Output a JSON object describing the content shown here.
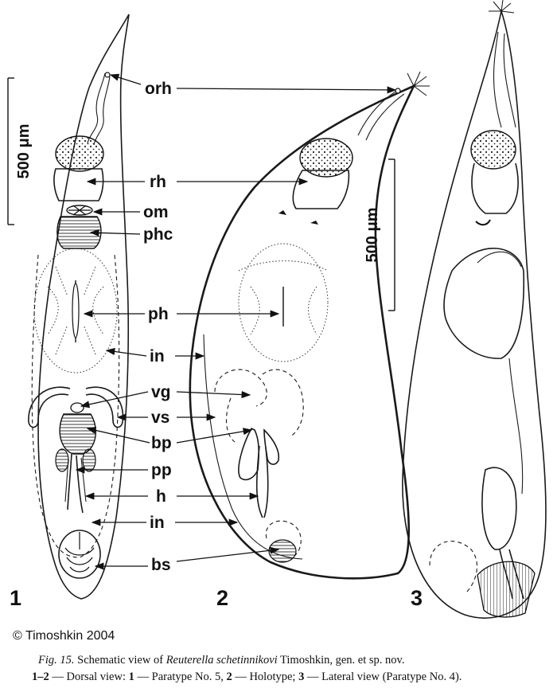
{
  "labels": {
    "orh": "orh",
    "rh": "rh",
    "om": "om",
    "phc": "phc",
    "ph": "ph",
    "in": "in",
    "vg": "vg",
    "vs": "vs",
    "bp": "bp",
    "pp": "pp",
    "h": "h",
    "in2": "in",
    "bs": "bs"
  },
  "scale_bars": {
    "left": "500 μm",
    "right": "500 μm"
  },
  "panel_numbers": [
    "1",
    "2",
    "3"
  ],
  "copyright": "© Timoshkin 2004",
  "caption": {
    "fig_label": "Fig. 15.",
    "line1_pre": " Schematic view of ",
    "species": "Reuterella schetinnikovi",
    "line1_post": " Timoshkin, gen. et sp. nov.",
    "line2_a": "1–2",
    "line2_b": " — Dorsal view: ",
    "line2_c": "1",
    "line2_d": " — Paratype No. 5, ",
    "line2_e": "2",
    "line2_f": " — Holotype; ",
    "line2_g": "3",
    "line2_h": " — Lateral view (Paratype No. 4)."
  }
}
